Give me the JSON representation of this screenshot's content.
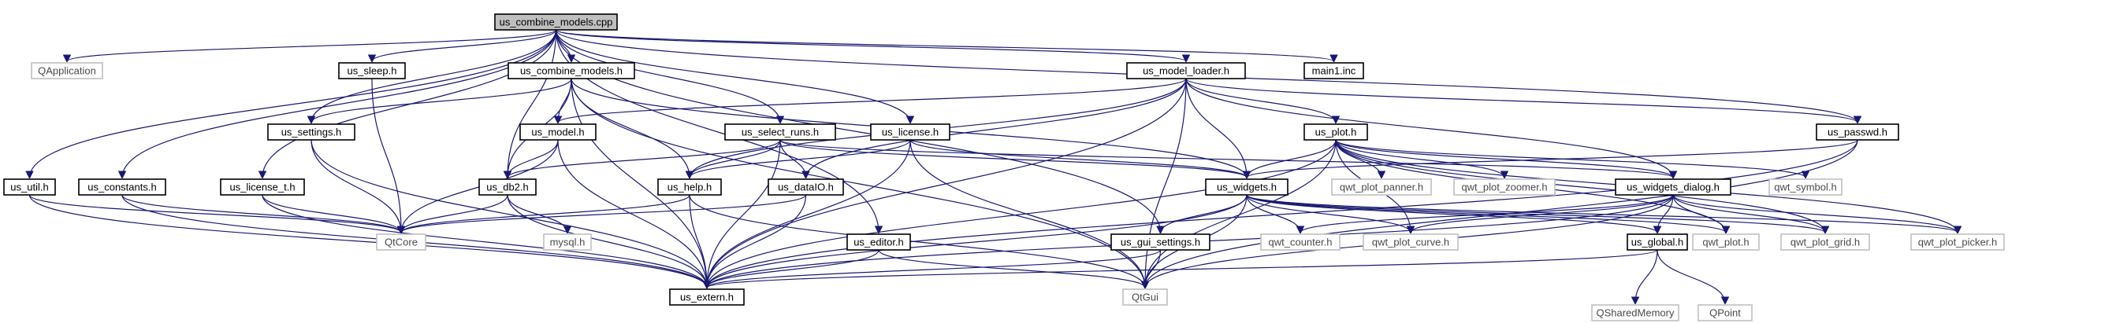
{
  "diagram": {
    "nodes": [
      {
        "id": "root",
        "label": "us_combine_models.cpp",
        "style": "root"
      },
      {
        "id": "qapp",
        "label": "QApplication",
        "style": "ext"
      },
      {
        "id": "sleep",
        "label": "us_sleep.h"
      },
      {
        "id": "cmh",
        "label": "us_combine_models.h"
      },
      {
        "id": "loader",
        "label": "us_model_loader.h"
      },
      {
        "id": "main1",
        "label": "main1.inc"
      },
      {
        "id": "settings",
        "label": "us_settings.h"
      },
      {
        "id": "model",
        "label": "us_model.h"
      },
      {
        "id": "selruns",
        "label": "us_select_runs.h"
      },
      {
        "id": "license",
        "label": "us_license.h"
      },
      {
        "id": "plot",
        "label": "us_plot.h"
      },
      {
        "id": "passwd",
        "label": "us_passwd.h"
      },
      {
        "id": "util",
        "label": "us_util.h"
      },
      {
        "id": "consts",
        "label": "us_constants.h"
      },
      {
        "id": "lict",
        "label": "us_license_t.h"
      },
      {
        "id": "db2",
        "label": "us_db2.h"
      },
      {
        "id": "help",
        "label": "us_help.h"
      },
      {
        "id": "dataio",
        "label": "us_dataIO.h"
      },
      {
        "id": "widgets",
        "label": "us_widgets.h"
      },
      {
        "id": "panner",
        "label": "qwt_plot_panner.h",
        "style": "ext"
      },
      {
        "id": "zoomer",
        "label": "qwt_plot_zoomer.h",
        "style": "ext"
      },
      {
        "id": "wdlg",
        "label": "us_widgets_dialog.h"
      },
      {
        "id": "symbol",
        "label": "qwt_symbol.h",
        "style": "ext"
      },
      {
        "id": "qtcore",
        "label": "QtCore",
        "style": "ext"
      },
      {
        "id": "mysql",
        "label": "mysql.h",
        "style": "ext"
      },
      {
        "id": "editor",
        "label": "us_editor.h"
      },
      {
        "id": "guiset",
        "label": "us_gui_settings.h"
      },
      {
        "id": "counter",
        "label": "qwt_counter.h",
        "style": "ext"
      },
      {
        "id": "curve",
        "label": "qwt_plot_curve.h",
        "style": "ext"
      },
      {
        "id": "global",
        "label": "us_global.h"
      },
      {
        "id": "qwtplot",
        "label": "qwt_plot.h",
        "style": "ext"
      },
      {
        "id": "grid",
        "label": "qwt_plot_grid.h",
        "style": "ext"
      },
      {
        "id": "picker",
        "label": "qwt_plot_picker.h",
        "style": "ext"
      },
      {
        "id": "extern",
        "label": "us_extern.h"
      },
      {
        "id": "qtgui",
        "label": "QtGui",
        "style": "ext"
      },
      {
        "id": "shmem",
        "label": "QSharedMemory",
        "style": "ext"
      },
      {
        "id": "qpoint",
        "label": "QPoint",
        "style": "ext"
      }
    ],
    "edges": [
      [
        "root",
        "qapp"
      ],
      [
        "root",
        "sleep"
      ],
      [
        "root",
        "cmh"
      ],
      [
        "root",
        "loader"
      ],
      [
        "root",
        "main1"
      ],
      [
        "root",
        "settings"
      ],
      [
        "root",
        "util"
      ],
      [
        "root",
        "consts"
      ],
      [
        "root",
        "lict"
      ],
      [
        "root",
        "db2"
      ],
      [
        "root",
        "selruns"
      ],
      [
        "root",
        "license"
      ],
      [
        "root",
        "passwd"
      ],
      [
        "root",
        "editor"
      ],
      [
        "root",
        "guiset"
      ],
      [
        "sleep",
        "qtcore"
      ],
      [
        "cmh",
        "settings"
      ],
      [
        "cmh",
        "model"
      ],
      [
        "cmh",
        "db2"
      ],
      [
        "cmh",
        "help"
      ],
      [
        "cmh",
        "widgets"
      ],
      [
        "cmh",
        "extern"
      ],
      [
        "cmh",
        "qtgui"
      ],
      [
        "loader",
        "model"
      ],
      [
        "loader",
        "help"
      ],
      [
        "loader",
        "dataio"
      ],
      [
        "loader",
        "widgets"
      ],
      [
        "loader",
        "plot"
      ],
      [
        "loader",
        "passwd"
      ],
      [
        "loader",
        "wdlg"
      ],
      [
        "loader",
        "extern"
      ],
      [
        "loader",
        "qtgui"
      ],
      [
        "settings",
        "qtcore"
      ],
      [
        "settings",
        "extern"
      ],
      [
        "model",
        "db2"
      ],
      [
        "model",
        "qtcore"
      ],
      [
        "model",
        "extern"
      ],
      [
        "selruns",
        "db2"
      ],
      [
        "selruns",
        "help"
      ],
      [
        "selruns",
        "dataio"
      ],
      [
        "selruns",
        "widgets"
      ],
      [
        "selruns",
        "extern"
      ],
      [
        "selruns",
        "wdlg"
      ],
      [
        "license",
        "help"
      ],
      [
        "license",
        "widgets"
      ],
      [
        "license",
        "extern"
      ],
      [
        "license",
        "qtgui"
      ],
      [
        "plot",
        "widgets"
      ],
      [
        "plot",
        "panner"
      ],
      [
        "plot",
        "zoomer"
      ],
      [
        "plot",
        "wdlg"
      ],
      [
        "plot",
        "symbol"
      ],
      [
        "plot",
        "curve"
      ],
      [
        "plot",
        "qwtplot"
      ],
      [
        "plot",
        "grid"
      ],
      [
        "plot",
        "picker"
      ],
      [
        "plot",
        "extern"
      ],
      [
        "plot",
        "qtgui"
      ],
      [
        "passwd",
        "widgets"
      ],
      [
        "passwd",
        "extern"
      ],
      [
        "passwd",
        "qtgui"
      ],
      [
        "util",
        "qtcore"
      ],
      [
        "util",
        "extern"
      ],
      [
        "consts",
        "qtcore"
      ],
      [
        "consts",
        "extern"
      ],
      [
        "lict",
        "qtcore"
      ],
      [
        "lict",
        "extern"
      ],
      [
        "db2",
        "qtcore"
      ],
      [
        "db2",
        "mysql"
      ],
      [
        "db2",
        "extern"
      ],
      [
        "help",
        "qtcore"
      ],
      [
        "help",
        "extern"
      ],
      [
        "help",
        "qtgui"
      ],
      [
        "dataio",
        "qtcore"
      ],
      [
        "dataio",
        "extern"
      ],
      [
        "widgets",
        "guiset"
      ],
      [
        "widgets",
        "counter"
      ],
      [
        "widgets",
        "curve"
      ],
      [
        "widgets",
        "global"
      ],
      [
        "widgets",
        "qwtplot"
      ],
      [
        "widgets",
        "grid"
      ],
      [
        "widgets",
        "picker"
      ],
      [
        "widgets",
        "extern"
      ],
      [
        "widgets",
        "qtgui"
      ],
      [
        "wdlg",
        "counter"
      ],
      [
        "wdlg",
        "curve"
      ],
      [
        "wdlg",
        "global"
      ],
      [
        "wdlg",
        "qwtplot"
      ],
      [
        "wdlg",
        "grid"
      ],
      [
        "wdlg",
        "picker"
      ],
      [
        "wdlg",
        "extern"
      ],
      [
        "wdlg",
        "qtgui"
      ],
      [
        "editor",
        "extern"
      ],
      [
        "editor",
        "qtgui"
      ],
      [
        "guiset",
        "extern"
      ],
      [
        "guiset",
        "qtgui"
      ],
      [
        "global",
        "extern"
      ],
      [
        "global",
        "shmem"
      ],
      [
        "global",
        "qpoint"
      ]
    ]
  },
  "colors": {
    "edge": "#191970",
    "root_fill": "#bfbfbf",
    "node_border": "#000000",
    "ext_border": "#bfbfbf"
  }
}
